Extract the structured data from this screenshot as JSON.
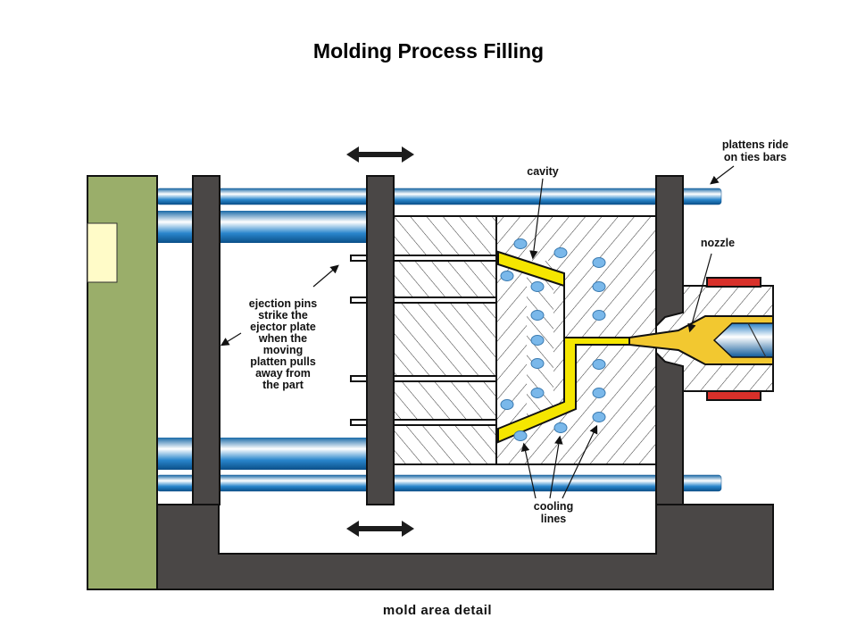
{
  "title": "Molding Process Filling",
  "caption": "mold area detail",
  "labels": {
    "cavity": "cavity",
    "nozzle": "nozzle",
    "plattens": [
      "plattens ride",
      "on ties bars"
    ],
    "ejection": [
      "ejection pins",
      "strike the",
      "ejector plate",
      "when the",
      "moving",
      "platten pulls",
      "away from",
      "the part"
    ],
    "cooling": [
      "cooling",
      "lines"
    ]
  },
  "colors": {
    "frame": "#4a4746",
    "fixed_block": "#9aae6a",
    "light_panel": "#fffbc8",
    "tie_bar_dark": "#0a5c9e",
    "tie_bar_light": "#ffffff",
    "plastic": "#f5e600",
    "nozzle_melt": "#f2c830",
    "cooling_line": "#7ab8ea",
    "heater_band": "#d8302a"
  }
}
